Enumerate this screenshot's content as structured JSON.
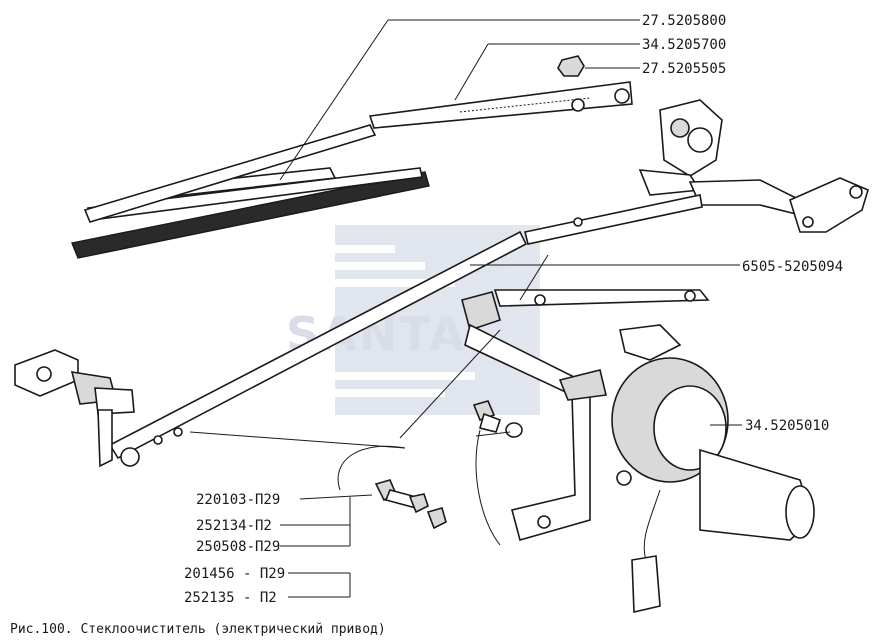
{
  "labels": {
    "l1": "27.5205800",
    "l2": "34.5205700",
    "l3": "27.5205505",
    "l4": "6505-5205094",
    "l5": "34.5205010",
    "l6": "220103-П29",
    "l7": "252134-П2",
    "l8": "250508-П29",
    "l9": "201456 - П29",
    "l10": "252135 - П2"
  },
  "watermark": "SANTAL",
  "caption": "Рис.100. Стеклоочиститель (электрический привод)",
  "colors": {
    "ink": "#1a1a1a",
    "watermark": "#b9c3d6"
  }
}
